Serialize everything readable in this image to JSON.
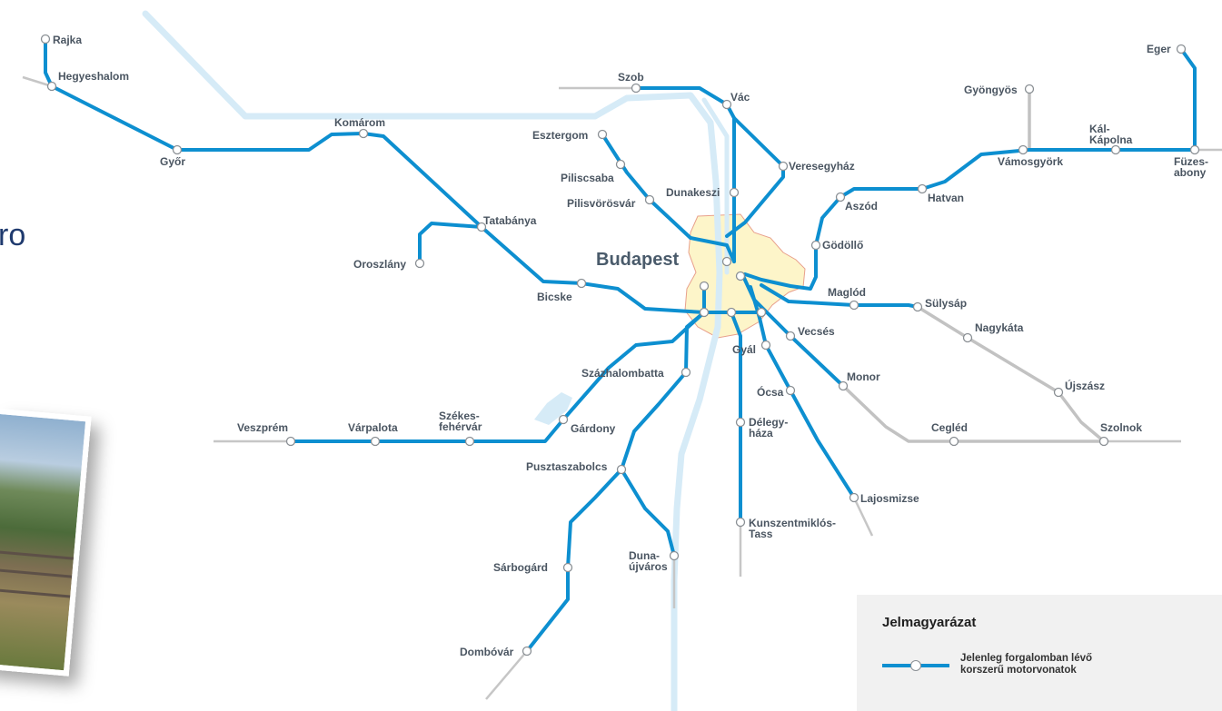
{
  "city": "Budapest",
  "partial_text": "ro",
  "legend": {
    "title": "Jelmagyarázat",
    "item_text": "Jelenleg forgalomban lévő\nkorszerű motorvonatok"
  },
  "stations": [
    {
      "id": "rajka",
      "label": "Rajka"
    },
    {
      "id": "hegyeshalom",
      "label": "Hegyeshalom"
    },
    {
      "id": "gyor",
      "label": "Győr"
    },
    {
      "id": "komarom",
      "label": "Komárom"
    },
    {
      "id": "tatabanya",
      "label": "Tatabánya"
    },
    {
      "id": "oroszlany",
      "label": "Oroszlány"
    },
    {
      "id": "bicske",
      "label": "Bicske"
    },
    {
      "id": "szob",
      "label": "Szob"
    },
    {
      "id": "vac",
      "label": "Vác"
    },
    {
      "id": "esztergom",
      "label": "Esztergom"
    },
    {
      "id": "piliscsaba",
      "label": "Piliscsaba"
    },
    {
      "id": "pilisvorosvar",
      "label": "Pilisvörösvár"
    },
    {
      "id": "dunakeszi",
      "label": "Dunakeszi"
    },
    {
      "id": "veresegyhaz",
      "label": "Veresegyház"
    },
    {
      "id": "gyongyos",
      "label": "Gyöngyös"
    },
    {
      "id": "eger",
      "label": "Eger"
    },
    {
      "id": "kal_kapolna",
      "label": "Kál-\nKápolna"
    },
    {
      "id": "fuzesabony",
      "label": "Füzes-\nabony"
    },
    {
      "id": "vamosgyork",
      "label": "Vámosgyörk"
    },
    {
      "id": "hatvan",
      "label": "Hatvan"
    },
    {
      "id": "aszod",
      "label": "Aszód"
    },
    {
      "id": "godollo",
      "label": "Gödöllő"
    },
    {
      "id": "maglod",
      "label": "Maglód"
    },
    {
      "id": "sulysap",
      "label": "Sülysáp"
    },
    {
      "id": "nagykata",
      "label": "Nagykáta"
    },
    {
      "id": "ujszasz",
      "label": "Újszász"
    },
    {
      "id": "szolnok",
      "label": "Szolnok"
    },
    {
      "id": "cegled",
      "label": "Cegléd"
    },
    {
      "id": "monor",
      "label": "Monor"
    },
    {
      "id": "vecses",
      "label": "Vecsés"
    },
    {
      "id": "gyal",
      "label": "Gyál"
    },
    {
      "id": "ocsa",
      "label": "Ócsa"
    },
    {
      "id": "delegyhaza",
      "label": "Délegy-\nháza"
    },
    {
      "id": "lajosmizse",
      "label": "Lajosmizse"
    },
    {
      "id": "kunszentmiklos",
      "label": "Kunszentmiklós-\nTass"
    },
    {
      "id": "szazhalombatta",
      "label": "Százhalombatta"
    },
    {
      "id": "gardony",
      "label": "Gárdony"
    },
    {
      "id": "szekesfehervar",
      "label": "Székes-\nfehérvár"
    },
    {
      "id": "varpalota",
      "label": "Várpalota"
    },
    {
      "id": "veszprem",
      "label": "Veszprém"
    },
    {
      "id": "pusztaszabolcs",
      "label": "Pusztaszabolcs"
    },
    {
      "id": "sarbogard",
      "label": "Sárbogárd"
    },
    {
      "id": "dunaujvaros",
      "label": "Duna-\nújváros"
    },
    {
      "id": "dombovar",
      "label": "Dombóvár"
    }
  ],
  "colors": {
    "modern_line": "#0d8fd0",
    "other_line": "#c2c2c2",
    "river": "#d6ebf7",
    "city_area": "#fdf5c9",
    "city_border": "#e8a08c",
    "legend_bg": "#f1f1f1"
  }
}
